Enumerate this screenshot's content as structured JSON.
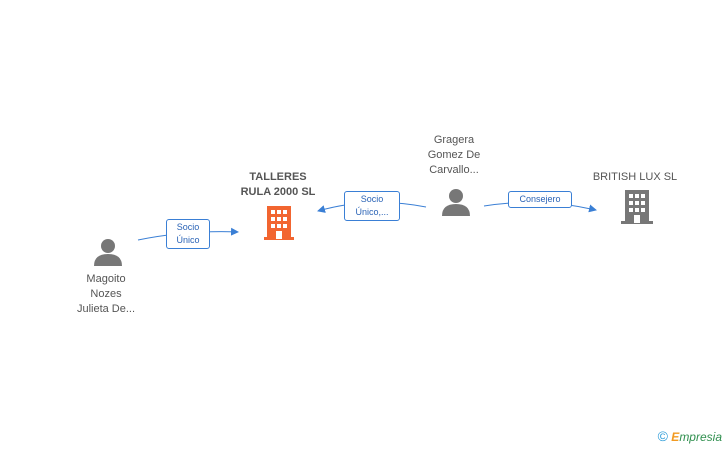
{
  "nodes": {
    "talleres": {
      "label_line1": "TALLERES",
      "label_line2": "RULA 2000 SL",
      "color": "#f26530",
      "type": "company"
    },
    "british": {
      "label": "BRITISH LUX  SL",
      "color": "#777777",
      "type": "company"
    },
    "gragera": {
      "label_line1": "Gragera",
      "label_line2": "Gomez De",
      "label_line3": "Carvallo...",
      "color": "#777777",
      "type": "person"
    },
    "magoito": {
      "label_line1": "Magoito",
      "label_line2": "Nozes",
      "label_line3": "Julieta De...",
      "color": "#777777",
      "type": "person"
    }
  },
  "edges": {
    "magoito_talleres": {
      "line1": "Socio",
      "line2": "Único"
    },
    "gragera_talleres": {
      "line1": "Socio",
      "line2": "Único,..."
    },
    "gragera_british": {
      "line1": "Consejero"
    }
  },
  "watermark": {
    "symbol": "©",
    "brand_first": "E",
    "brand_rest": "mpresia"
  },
  "colors": {
    "edge": "#3a7fd5",
    "company_main": "#f26530",
    "company_other": "#777777",
    "person": "#777777"
  }
}
